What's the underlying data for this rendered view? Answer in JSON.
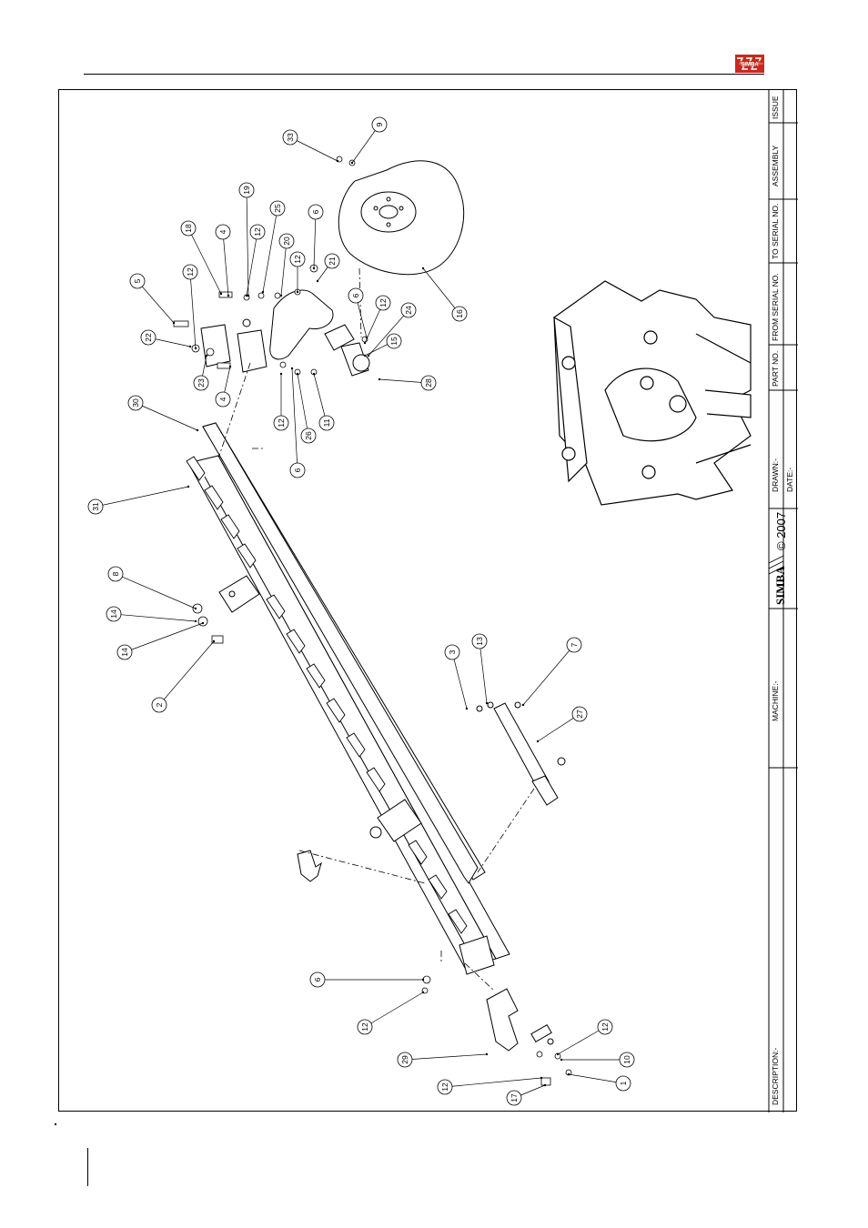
{
  "header": {
    "logo_name": "simba-logo",
    "logo_text": "SIMBA",
    "logo_color": "#c8281e"
  },
  "title_block": {
    "description_label": "DESCRIPTION:-",
    "machine_label": "MACHINE:-",
    "brand_text": "SIMBA",
    "copyright": "© 2007",
    "drawn_label": "DRAWN:-",
    "date_label": "DATE:-",
    "part_no_label": "PART NO.",
    "from_serial_label": "FROM SERIAL NO.",
    "to_serial_label": "TO SERIAL NO.",
    "assembly_label": "ASSEMBLY",
    "issue_label": "ISSUE"
  },
  "callouts": [
    "33",
    "9",
    "19",
    "25",
    "6",
    "18",
    "4",
    "12",
    "20",
    "12",
    "21",
    "5",
    "12",
    "6",
    "12",
    "24",
    "22",
    "15",
    "16",
    "23",
    "4",
    "28",
    "30",
    "12",
    "26",
    "11",
    "6",
    "31",
    "8",
    "14",
    "14",
    "2",
    "13",
    "3",
    "7",
    "27",
    "6",
    "12",
    "12",
    "29",
    "10",
    "12",
    "1",
    "17"
  ]
}
